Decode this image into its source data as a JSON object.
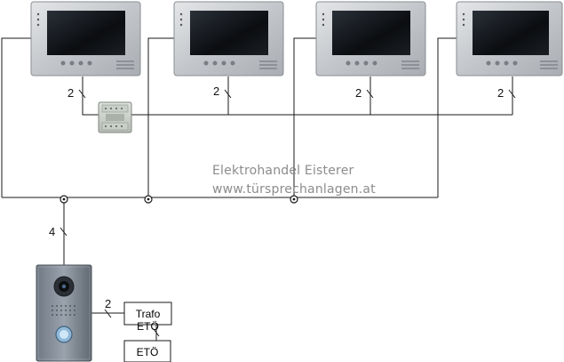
{
  "watermark": {
    "line1": "Elektrohandel Eisterer",
    "line2": "www.türsprechanlagen.at"
  },
  "monitors": [
    {
      "name": "monitor-1",
      "wire_count": "2"
    },
    {
      "name": "monitor-2",
      "wire_count": "2"
    },
    {
      "name": "monitor-3",
      "wire_count": "2"
    },
    {
      "name": "monitor-4",
      "wire_count": "2"
    }
  ],
  "door_station": {
    "bus_wire_count": "4",
    "trafo_wire_count": "2"
  },
  "trafo": {
    "label": "Trafo ETÖ"
  },
  "eto": {
    "label": "ETÖ"
  },
  "colors": {
    "line": "#1a1a1a",
    "monitor_frame": "#c9ccd0",
    "screen": "#101418",
    "watermark": "#8c8c8c"
  }
}
